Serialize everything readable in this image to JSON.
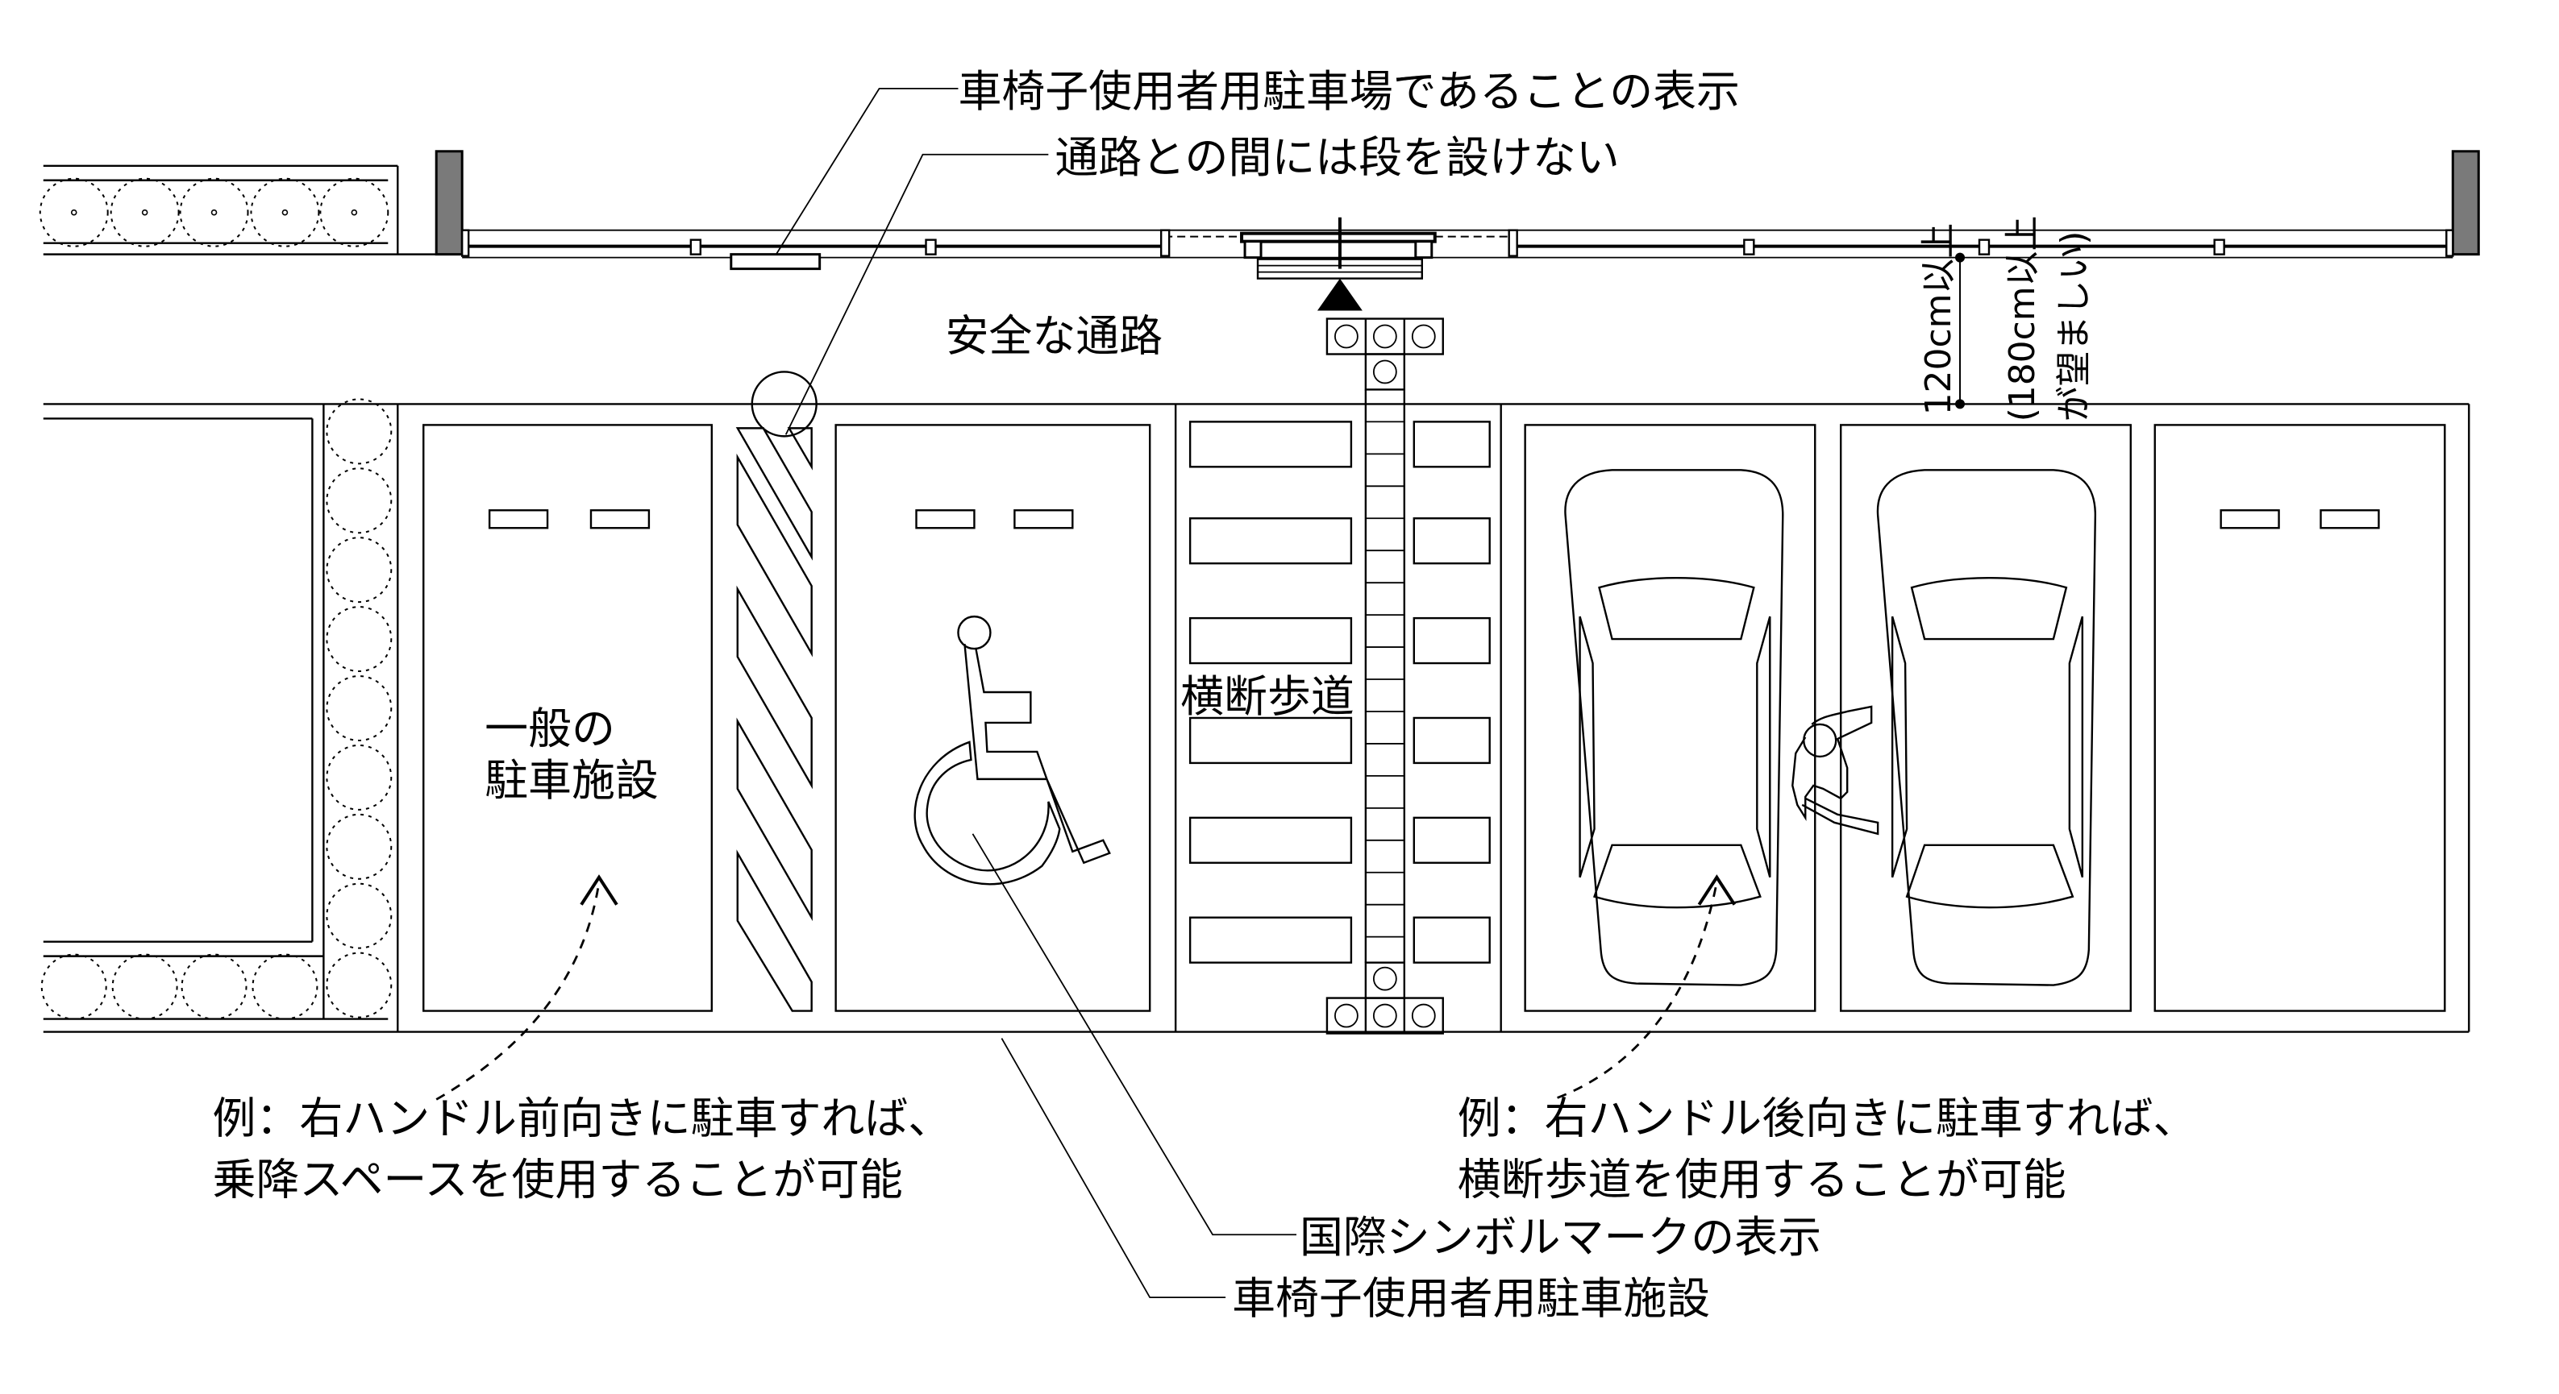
{
  "diagram": {
    "title": "車椅子使用者用駐車施設 配置図",
    "colors": {
      "line": "#000000",
      "background": "#ffffff",
      "post": "#7a7a7a"
    },
    "labels": {
      "sign_display": "車椅子使用者用駐車場であることの表示",
      "no_step": "通路との間には段を設けない",
      "safe_path": "安全な通路",
      "crosswalk": "横断歩道",
      "general_parking_line1": "一般の",
      "general_parking_line2": "駐車施設",
      "width_min": "120cm以上",
      "width_pref": "(180cm以上",
      "width_pref2": "が望ましい)",
      "example_left_line1": "例：右ハンドル前向きに駐車すれば、",
      "example_left_line2": "乗降スペースを使用することが可能",
      "example_right_line1": "例：右ハンドル後向きに駐車すれば、",
      "example_right_line2": "横断歩道を使用することが可能",
      "intl_symbol": "国際シンボルマークの表示",
      "wheelchair_parking": "車椅子使用者用駐車施設"
    },
    "icons": {
      "wheelchair": "wheelchair-symbol-icon",
      "entrance_arrow": "triangle-up-icon",
      "tactile_blocks": "tactile-paving-icon",
      "car": "car-top-view-icon",
      "trees": "shrub-icon"
    }
  }
}
